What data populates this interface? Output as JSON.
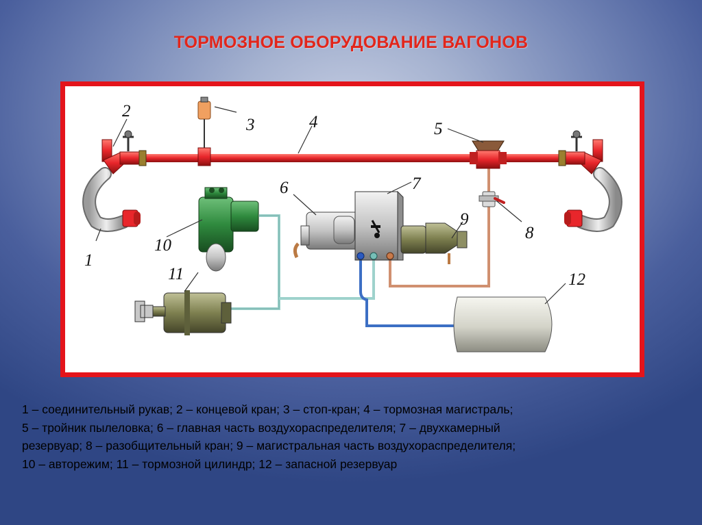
{
  "title": "ТОРМОЗНОЕ ОБОРУДОВАНИЕ ВАГОНОВ",
  "diagram": {
    "numbers": [
      "1",
      "2",
      "3",
      "4",
      "5",
      "6",
      "7",
      "8",
      "9",
      "10",
      "11",
      "12"
    ]
  },
  "legend": {
    "lines": [
      "1 – соединительный рукав; 2 – концевой кран; 3 – стоп-кран;  4 – тормозная магистраль;",
      "5 – тройник пылеловка;  6 – главная часть воздухораспределителя; 7 – двухкамерный",
      "резервуар;  8 – разобщительный кран; 9 – магистральная часть воздухораспределителя;",
      "10 – авторежим; 11 – тормозной цилиндр; 12 – запасной резервуар"
    ]
  },
  "colors": {
    "title": "#e2261b",
    "frame_border": "#e4141b",
    "brake_line": "#e8262b",
    "green_part": "#2f8a3e",
    "olive_part": "#7e8050",
    "pipe_blue": "#3c6fc4",
    "pipe_teal": "#9ed2cc",
    "pipe_copper": "#d09070",
    "reservoir": "#d3d3c8"
  }
}
